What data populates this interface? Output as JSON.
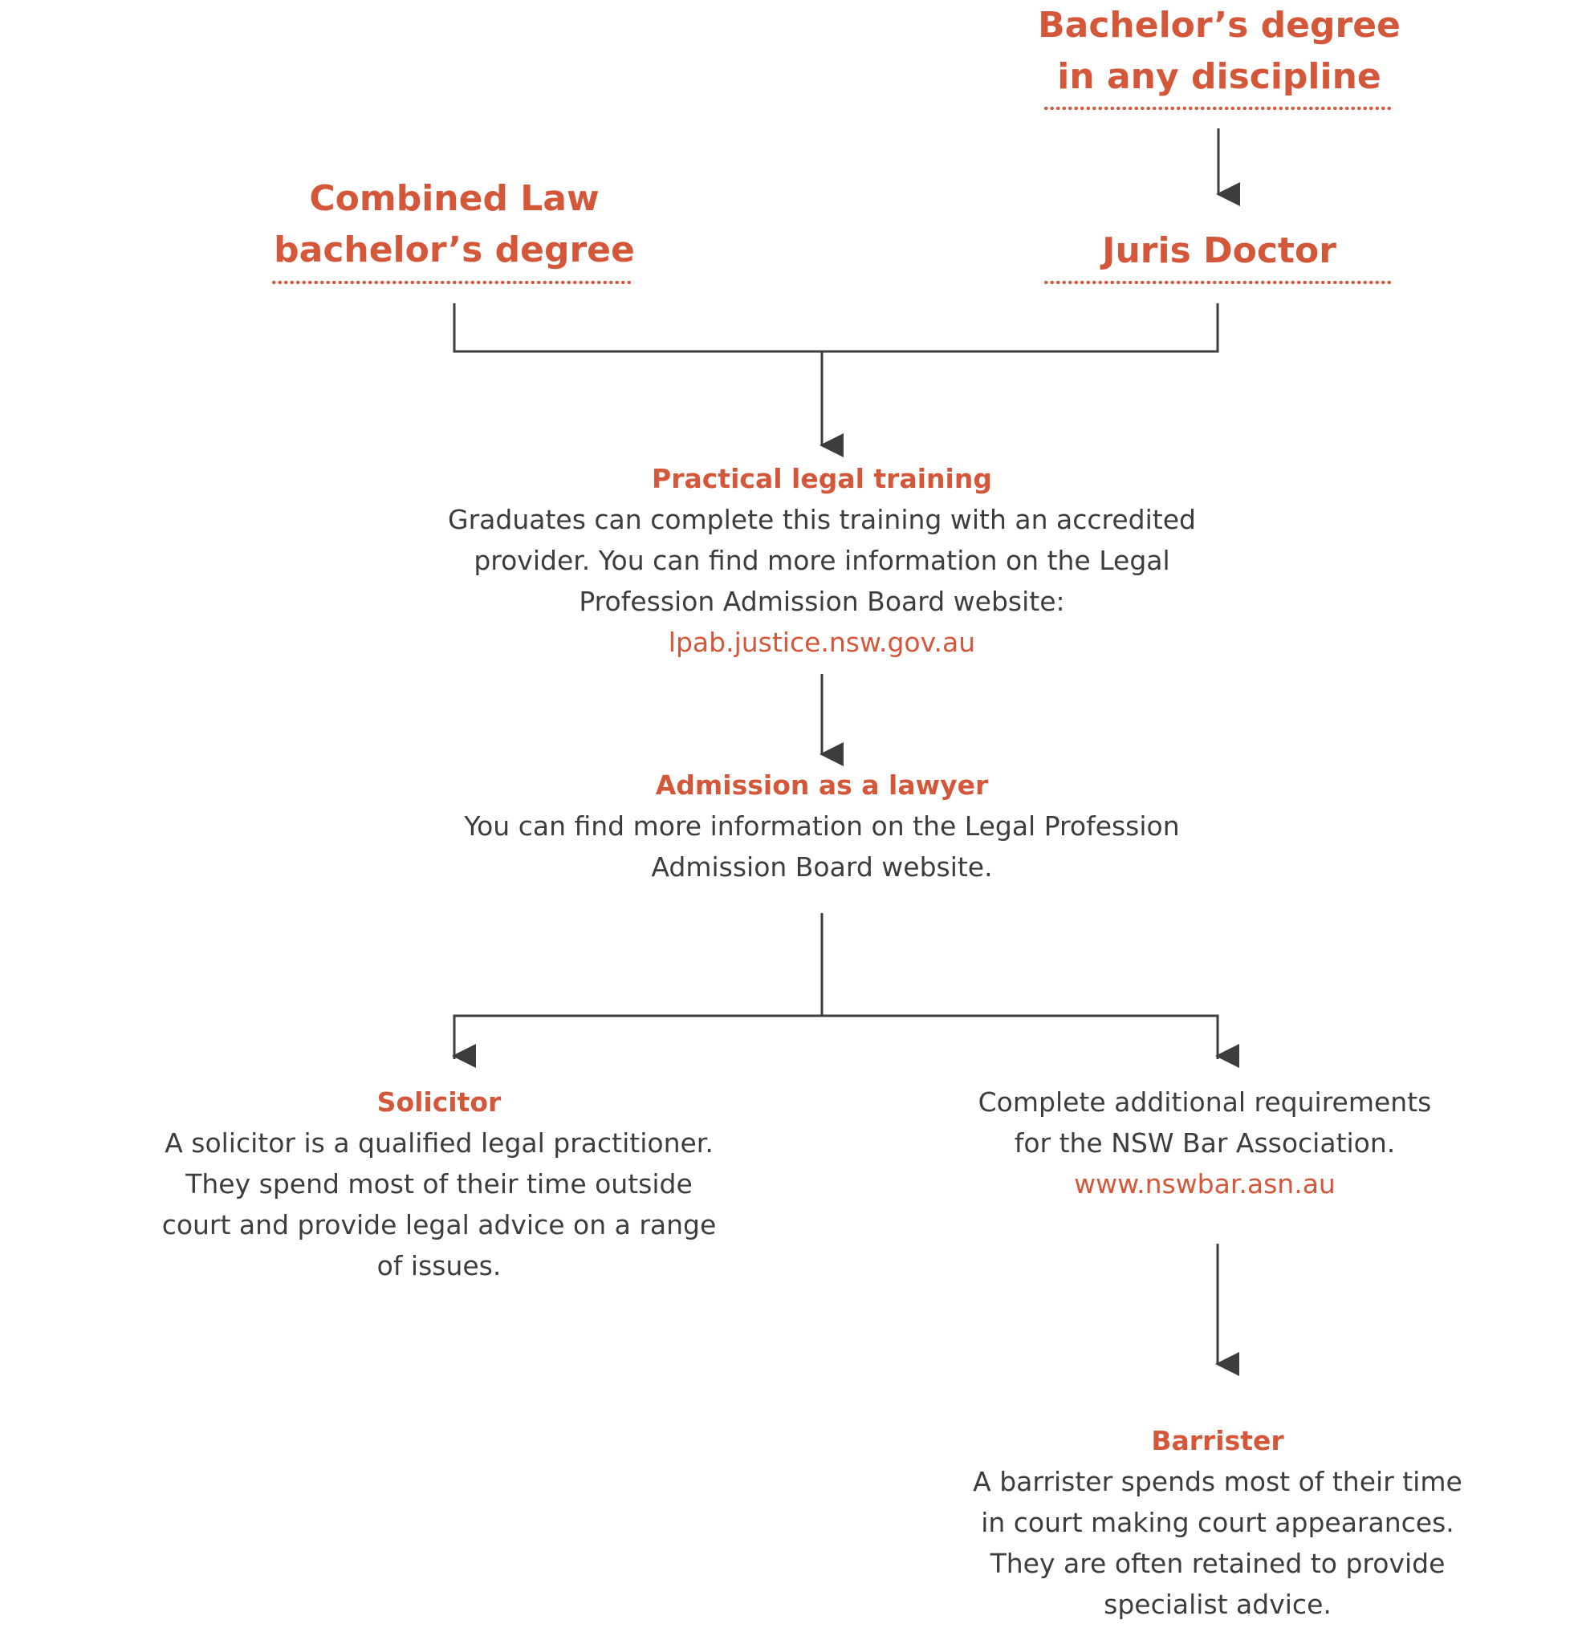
{
  "colors": {
    "accent": "#d4573a",
    "text": "#3d3d3d",
    "line": "#3d3d3d"
  },
  "nodes": {
    "bachelor_any": {
      "title_lines": [
        "Bachelor’s degree",
        "in any discipline"
      ]
    },
    "combined_law": {
      "title_lines": [
        "Combined Law",
        "bachelor’s degree"
      ]
    },
    "juris_doctor": {
      "title_lines": [
        "Juris Doctor"
      ]
    },
    "practical_training": {
      "title": "Practical legal training",
      "body_lines": [
        "Graduates can complete this training with an accredited",
        "provider. You can find more information on the Legal",
        "Profession Admission Board website:"
      ],
      "link": "lpab.justice.nsw.gov.au"
    },
    "admission": {
      "title": "Admission as a lawyer",
      "body_lines": [
        "You can find more information on the Legal Profession",
        "Admission Board website."
      ]
    },
    "solicitor": {
      "title": "Solicitor",
      "body_lines": [
        "A solicitor is a qualified legal practitioner.",
        "They spend most of their time outside",
        "court and provide legal advice on a range",
        "of issues."
      ]
    },
    "bar_requirements": {
      "body_lines": [
        "Complete additional requirements",
        "for the NSW Bar Association."
      ],
      "link": "www.nswbar.asn.au"
    },
    "barrister": {
      "title": "Barrister",
      "body_lines": [
        "A barrister spends most of their time",
        "in court making court appearances.",
        "They are often retained to provide",
        "specialist advice."
      ]
    }
  }
}
